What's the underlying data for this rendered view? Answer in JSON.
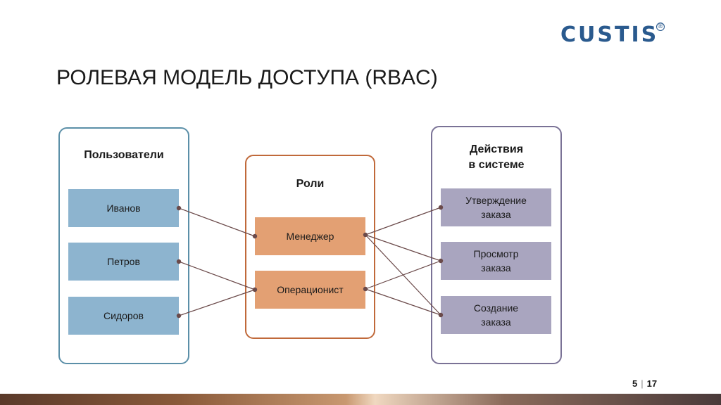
{
  "brand": {
    "logo_text": "CUSTIS",
    "registered_mark": "®",
    "color": "#2a5a8e"
  },
  "title": "РОЛЕВАЯ МОДЕЛЬ ДОСТУПА (RBAC)",
  "groups": {
    "users": {
      "heading": "Пользователи",
      "items": [
        "Иванов",
        "Петров",
        "Сидоров"
      ]
    },
    "roles": {
      "heading": "Роли",
      "items": [
        "Менеджер",
        "Операционист"
      ]
    },
    "actions": {
      "heading": "Действия\nв системе",
      "items": [
        "Утверждение\nзаказа",
        "Просмотр\nзаказа",
        "Создание\nзаказа"
      ]
    }
  },
  "links": {
    "user_role": [
      [
        "Иванов",
        "Менеджер"
      ],
      [
        "Петров",
        "Операционист"
      ],
      [
        "Сидоров",
        "Операционист"
      ]
    ],
    "role_action": [
      [
        "Менеджер",
        "Утверждение\nзаказа"
      ],
      [
        "Менеджер",
        "Просмотр\nзаказа"
      ],
      [
        "Менеджер",
        "Создание\nзаказа"
      ],
      [
        "Операционист",
        "Просмотр\nзаказа"
      ],
      [
        "Операционист",
        "Создание\nзаказа"
      ]
    ]
  },
  "colors": {
    "users_fill": "#8db4cf",
    "users_border": "#5b8fa8",
    "roles_fill": "#e3a073",
    "roles_border": "#c0693a",
    "actions_fill": "#a9a5bf",
    "actions_border": "#7a7296",
    "link": "#6b4a4a"
  },
  "pager": {
    "current": "5",
    "separator": "|",
    "total": "17"
  }
}
